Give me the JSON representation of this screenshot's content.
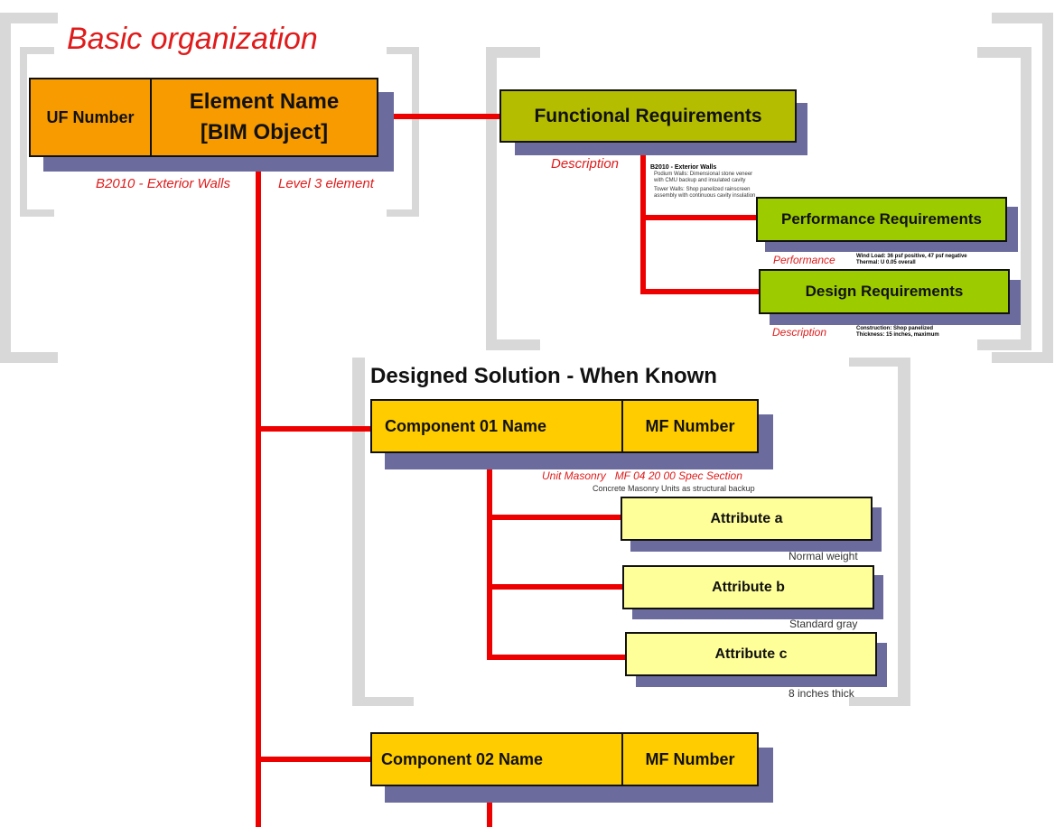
{
  "headings": {
    "basic_organization": "Basic organization",
    "designed_solution": "Designed Solution - When Known"
  },
  "element": {
    "uf_number": "UF Number",
    "name_line1": "Element Name",
    "name_line2": "[BIM Object]",
    "code_note": "B2010 - Exterior Walls",
    "level_note": "Level 3 element"
  },
  "requirements": {
    "functional": "Functional Requirements",
    "description_label": "Description",
    "desc_title": "B2010 - Exterior Walls",
    "desc_podium": "Podium Walls: Dimensional stone veneer with CMU backup and insulated cavity",
    "desc_tower": "Tower Walls: Shop panelized rainscreen assembly with continuous cavity insulation",
    "performance": "Performance Requirements",
    "performance_label": "Performance",
    "perf_line1": "Wind Load: 36 psf positive, 47 psf negative",
    "perf_line2": "Thermal: U 0.05 overall",
    "design": "Design Requirements",
    "design_label": "Description",
    "design_line1": "Construction: Shop panelized",
    "design_line2": "Thickness: 15 inches, maximum"
  },
  "component1": {
    "name": "Component 01 Name",
    "mf_number": "MF Number",
    "note_red": "Unit Masonry   MF 04 20 00 Spec Section",
    "note_gray": "Concrete Masonry Units as structural backup",
    "attributes": [
      {
        "label": "Attribute a",
        "value": "Normal weight"
      },
      {
        "label": "Attribute b",
        "value": "Standard gray"
      },
      {
        "label": "Attribute c",
        "value": "8 inches thick"
      }
    ]
  },
  "component2": {
    "name": "Component 02 Name",
    "mf_number": "MF Number"
  },
  "colors": {
    "line": "#ee0000",
    "shadow": "#6b6b9e",
    "element": "#f79b00",
    "functional": "#b5bd00",
    "requirement": "#9ccc00",
    "component": "#ffcc00",
    "attribute": "#ffff99",
    "bracket": "#d8d8d8"
  }
}
